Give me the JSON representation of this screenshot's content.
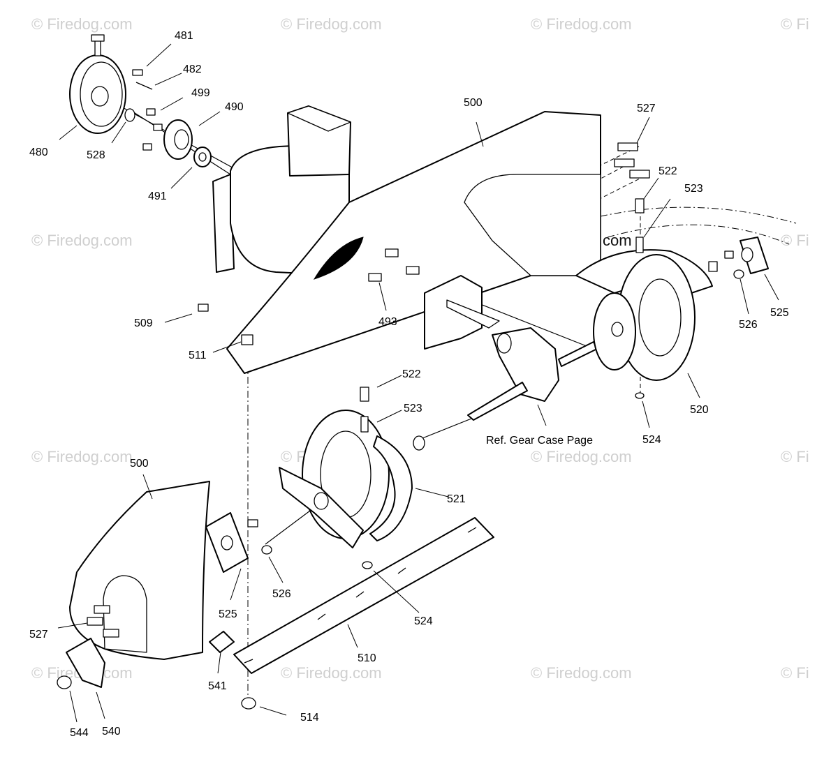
{
  "watermark": {
    "text": "© Firedog.com",
    "partial": "© Fi",
    "color": "#cfcfcf"
  },
  "reference_note": "Ref. Gear Case Page",
  "callouts": {
    "c481": "481",
    "c482": "482",
    "c499": "499",
    "c490": "490",
    "c480": "480",
    "c528": "528",
    "c491": "491",
    "c500a": "500",
    "c527a": "527",
    "c522a": "522",
    "c523a": "523",
    "c509": "509",
    "c511": "511",
    "c493": "493",
    "c526a": "526",
    "c525a": "525",
    "c520": "520",
    "c524a": "524",
    "c522b": "522",
    "c523b": "523",
    "c521": "521",
    "c500b": "500",
    "c525b": "525",
    "c526b": "526",
    "c524b": "524",
    "c527b": "527",
    "c510": "510",
    "c541": "541",
    "c544": "544",
    "c540": "540",
    "c514": "514"
  }
}
